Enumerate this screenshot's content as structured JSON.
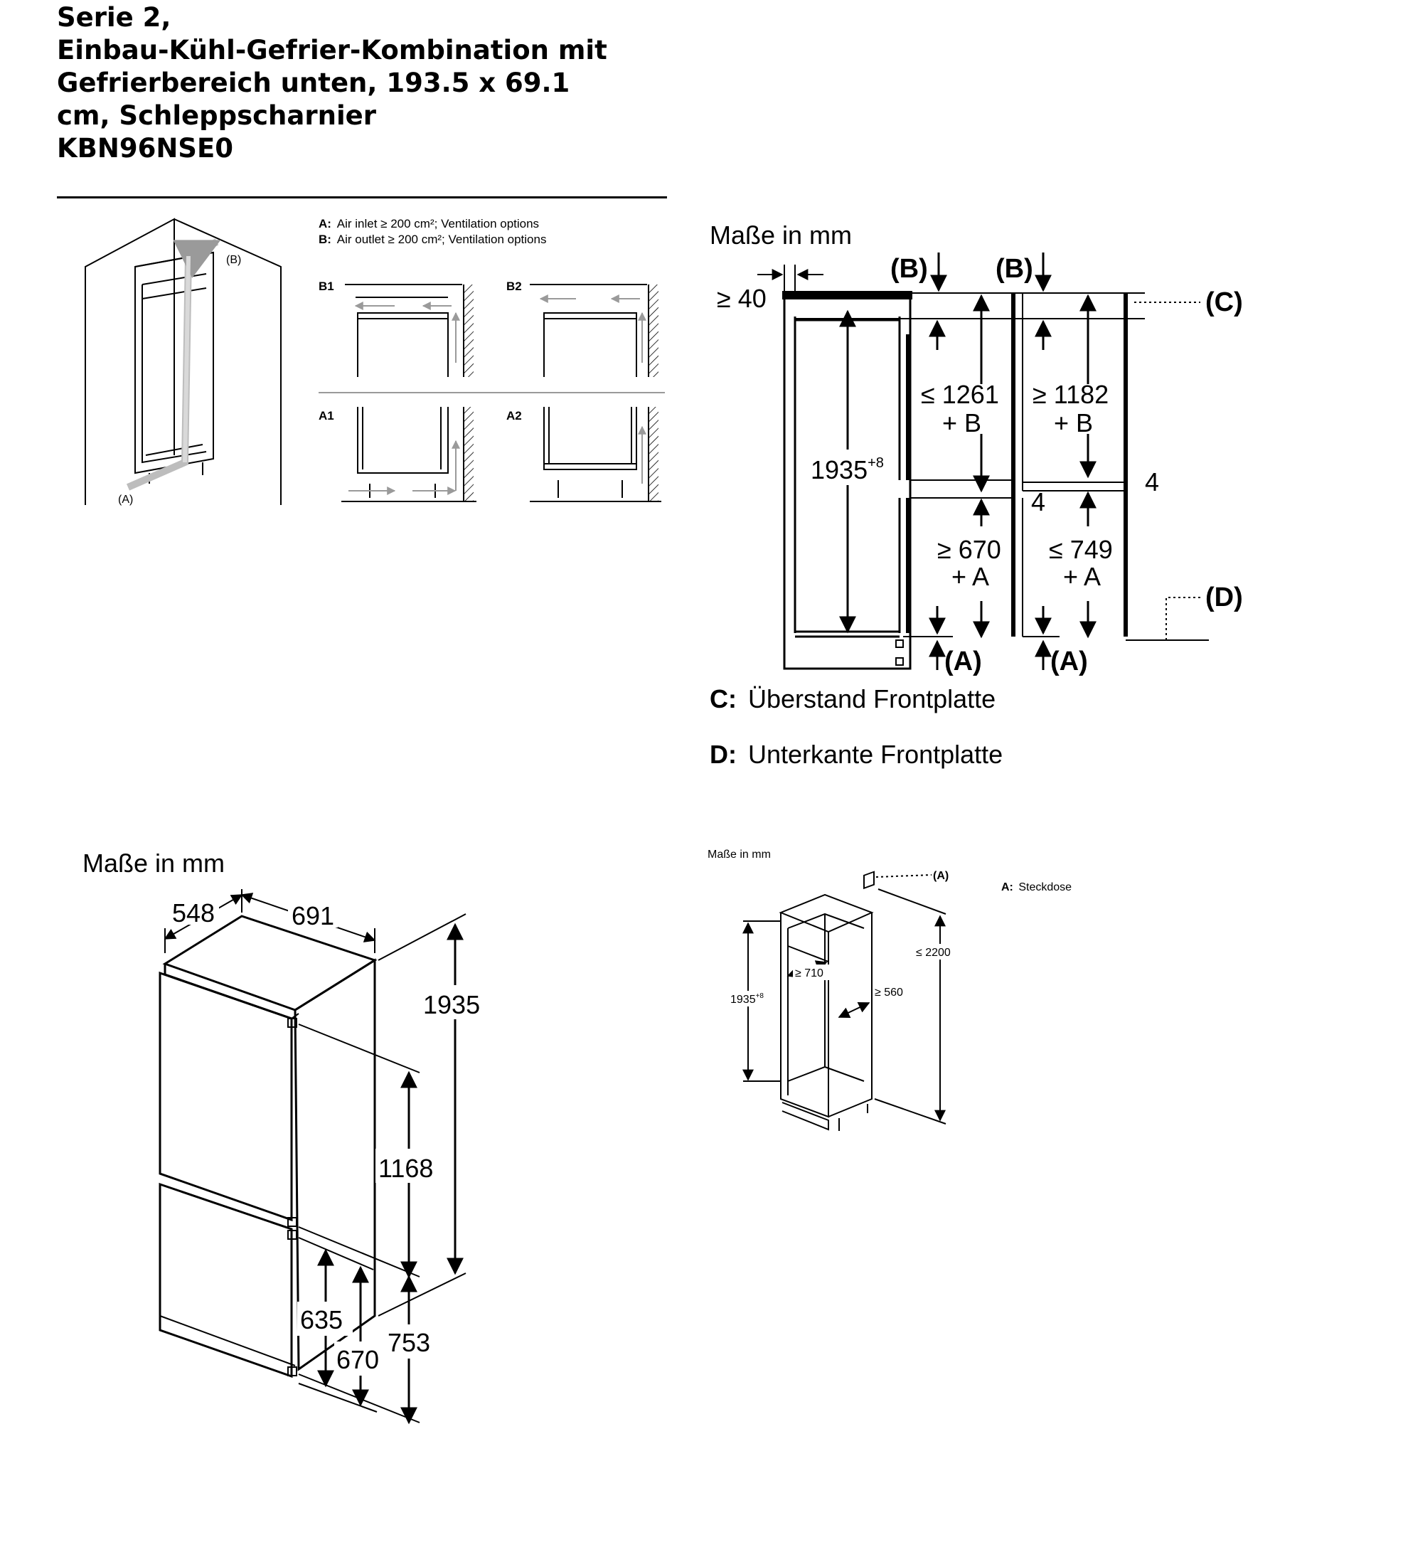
{
  "title_lines": [
    "Serie 2,",
    "Einbau-Kühl-Gefrier-Kombination mit",
    "Gefrierbereich unten, 193.5 x 69.1",
    "cm, Schleppscharnier",
    "KBN96NSE0"
  ],
  "ventilation": {
    "label_a": "(A)",
    "label_b": "(B)",
    "legend_a_key": "A:",
    "legend_a_text": "Air inlet ≥ 200 cm²; Ventilation options",
    "legend_b_key": "B:",
    "legend_b_text": "Air outlet ≥ 200 cm²; Ventilation options",
    "variant_b1": "B1",
    "variant_b2": "B2",
    "variant_a1": "A1",
    "variant_a2": "A2"
  },
  "niche": {
    "unit_label": "Maße in mm",
    "min_gap": "≥ 40",
    "label_b_left": "(B)",
    "label_b_right": "(B)",
    "label_c": "(C)",
    "label_d": "(D)",
    "label_a_left": "(A)",
    "label_a_right": "(A)",
    "height_main": "1935",
    "height_main_tol": "+8",
    "upper_left": "≤ 1261",
    "upper_left_plus": "+ B",
    "upper_right": "≥ 1182",
    "upper_right_plus": "+ B",
    "lower_left": "≥ 670",
    "lower_left_plus": "+ A",
    "lower_right": "≤ 749",
    "lower_right_plus": "+ A",
    "gap_left": "4",
    "gap_right": "4",
    "legend_c_key": "C:",
    "legend_c_text": "Überstand Frontplatte",
    "legend_d_key": "D:",
    "legend_d_text": "Unterkante Frontplatte"
  },
  "appliance": {
    "unit_label": "Maße in mm",
    "depth": "548",
    "width": "691",
    "height": "1935",
    "upper_door": "1168",
    "lower_inner": "635",
    "lower_door": "753",
    "lower_outer": "670"
  },
  "installation": {
    "unit_label": "Maße in mm",
    "socket_label": "(A)",
    "socket_key": "A:",
    "socket_text": "Steckdose",
    "height": "1935",
    "height_tol": "+8",
    "max_height": "≤ 2200",
    "min_width": "≥ 710",
    "min_depth": "≥ 560"
  }
}
